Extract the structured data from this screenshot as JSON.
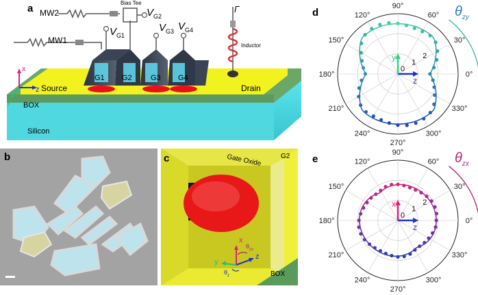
{
  "panel_a": {
    "label": "a",
    "mw2": "MW2",
    "mw1": "MW1",
    "bias_tee": "Bias Tee",
    "v_g1": "V",
    "v_g1_sub": "G1",
    "v_g2": "V",
    "v_g2_sub": "G2",
    "v_g3": "V",
    "v_g3_sub": "G3",
    "v_g4": "V",
    "v_g4_sub": "G4",
    "gamma": "Γ",
    "inductor": "Inductor",
    "gates": [
      "G1",
      "G2",
      "G3",
      "G4"
    ],
    "source": "Source",
    "drain": "Drain",
    "box": "BOX",
    "silicon": "Silicon",
    "axis_x": "x",
    "axis_y": "y",
    "axis_z": "z"
  },
  "panel_b": {
    "label": "b"
  },
  "panel_c": {
    "label": "c",
    "gate_oxide": "Gate Oxide",
    "g2": "G2",
    "box": "BOX",
    "axis_x": "x",
    "axis_y": "y",
    "axis_z": "z",
    "theta": "θ",
    "theta_zx_sub": "zx",
    "theta_z_sub": "z"
  },
  "panel_d": {
    "label": "d",
    "theta": "θ",
    "theta_sub": "zy",
    "angle_labels": [
      "90°",
      "60°",
      "30°",
      "0°",
      "330°",
      "300°",
      "270°",
      "240°",
      "210°",
      "180°",
      "150°",
      "120°"
    ],
    "radial_labels": [
      "0",
      "1",
      "2"
    ],
    "axis_up": "y",
    "axis_right": "z",
    "colors": {
      "start": "#1f3fbf",
      "end": "#3fd6a0"
    }
  },
  "panel_e": {
    "label": "e",
    "theta": "θ",
    "theta_sub": "zx",
    "angle_labels": [
      "90°",
      "60°",
      "30°",
      "0°",
      "330°",
      "300°",
      "270°",
      "240°",
      "210°",
      "180°",
      "150°",
      "120°"
    ],
    "radial_labels": [
      "0",
      "1",
      "2"
    ],
    "axis_up": "x",
    "axis_right": "z",
    "colors": {
      "start": "#1f3fbf",
      "end": "#e0207a"
    }
  }
}
